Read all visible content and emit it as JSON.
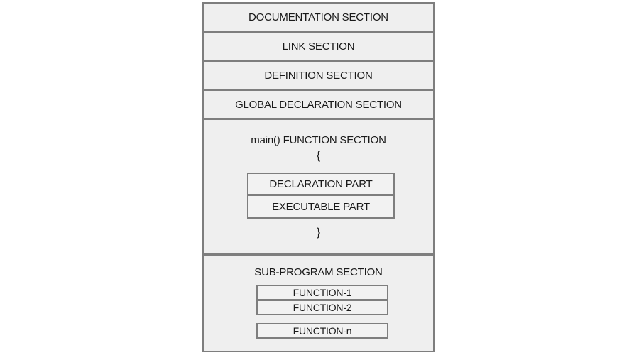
{
  "sections": {
    "documentation": "DOCUMENTATION SECTION",
    "link": "LINK SECTION",
    "definition": "DEFINITION SECTION",
    "global_declaration": "GLOBAL DECLARATION SECTION"
  },
  "main_function": {
    "title": "main() FUNCTION SECTION",
    "open_brace": "{",
    "parts": [
      "DECLARATION PART",
      "EXECUTABLE PART"
    ],
    "close_brace": "}"
  },
  "sub_program": {
    "title": "SUB-PROGRAM SECTION",
    "functions": [
      "FUNCTION-1",
      "FUNCTION-2",
      "FUNCTION-n"
    ]
  }
}
